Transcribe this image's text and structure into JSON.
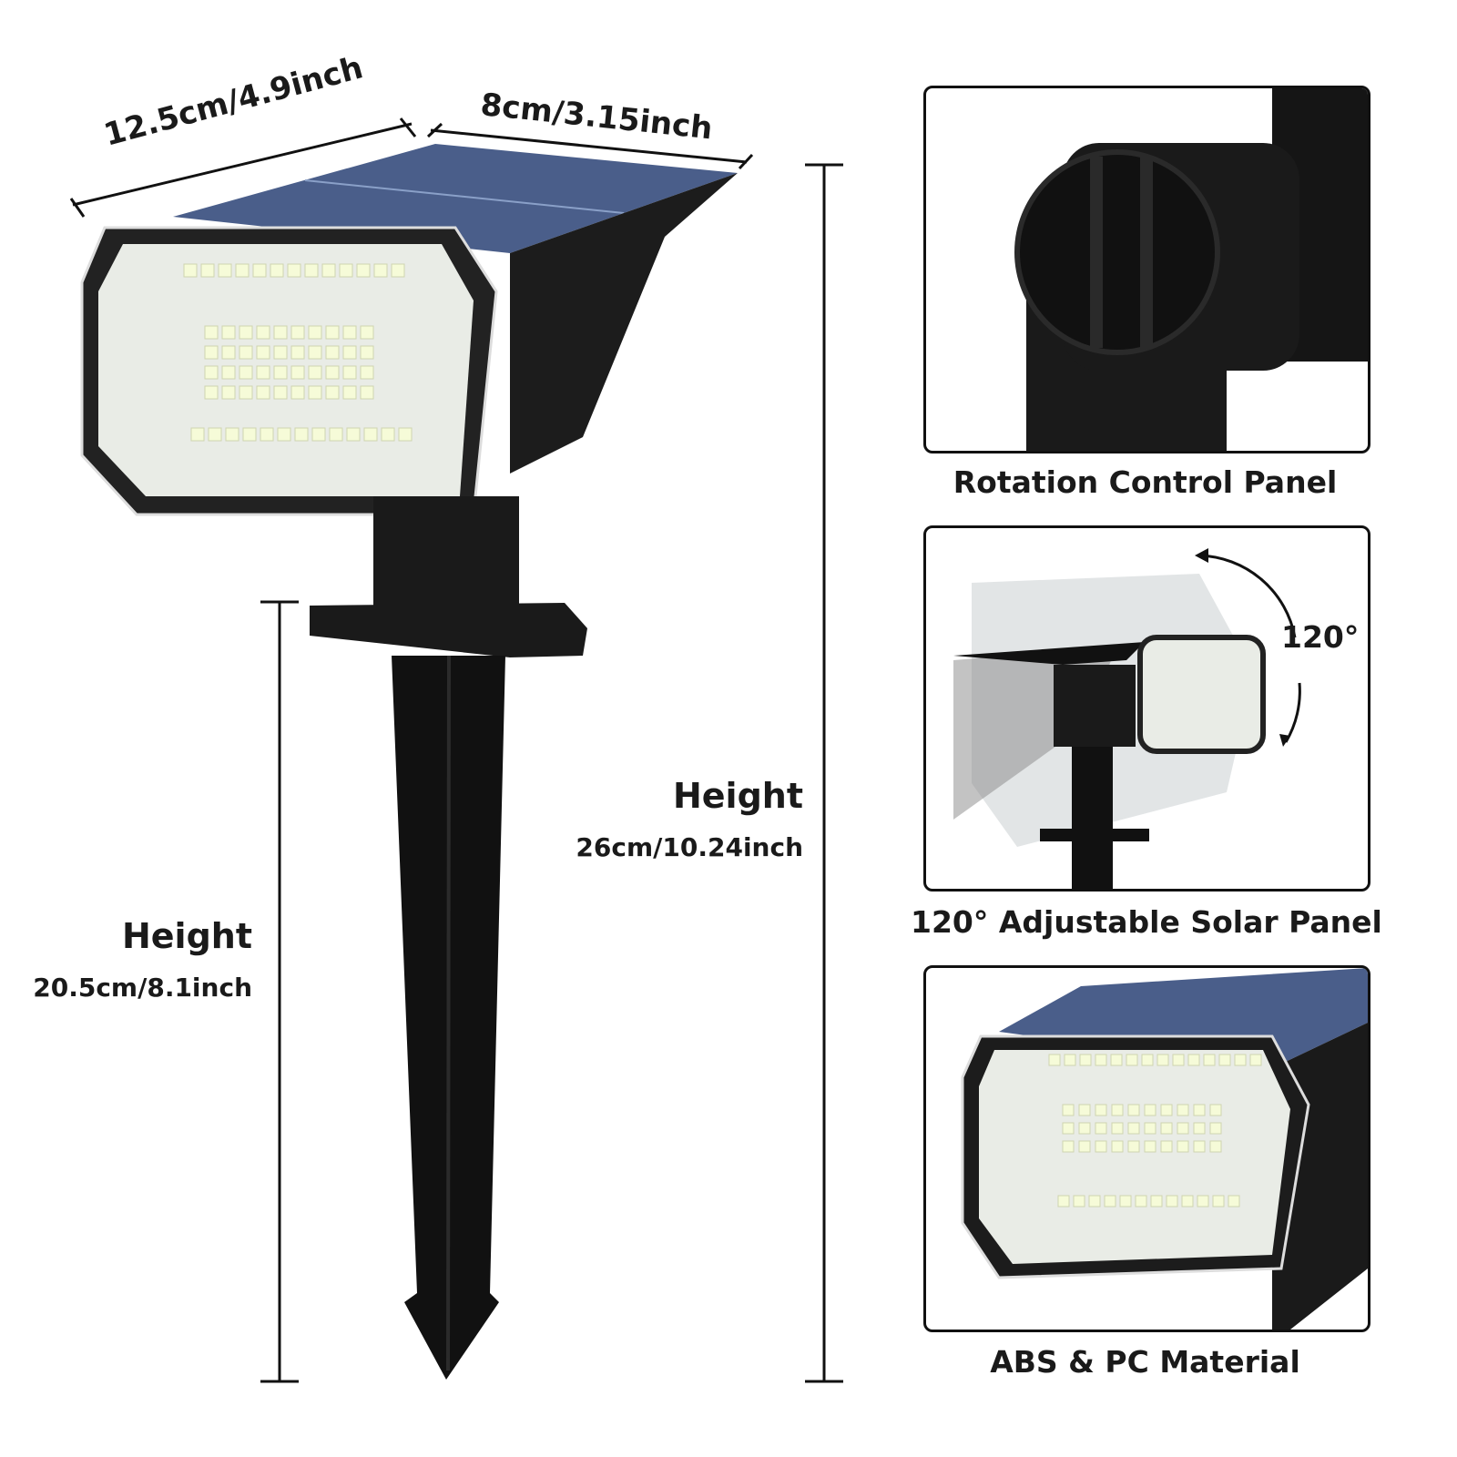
{
  "dimensions": {
    "length": "12.5cm/4.9inch",
    "width": "8cm/3.15inch",
    "total_height_label": "Height",
    "total_height_value": "26cm/10.24inch",
    "stake_height_label": "Height",
    "stake_height_value": "20.5cm/8.1inch"
  },
  "features": [
    {
      "caption": "Rotation Control Panel"
    },
    {
      "caption": "120° Adjustable Solar Panel",
      "angle_label": "120°"
    },
    {
      "caption": "ABS & PC Material"
    }
  ],
  "colors": {
    "body": "#151515",
    "led": "#f3f7e0",
    "solar": "#4a5e8a"
  }
}
